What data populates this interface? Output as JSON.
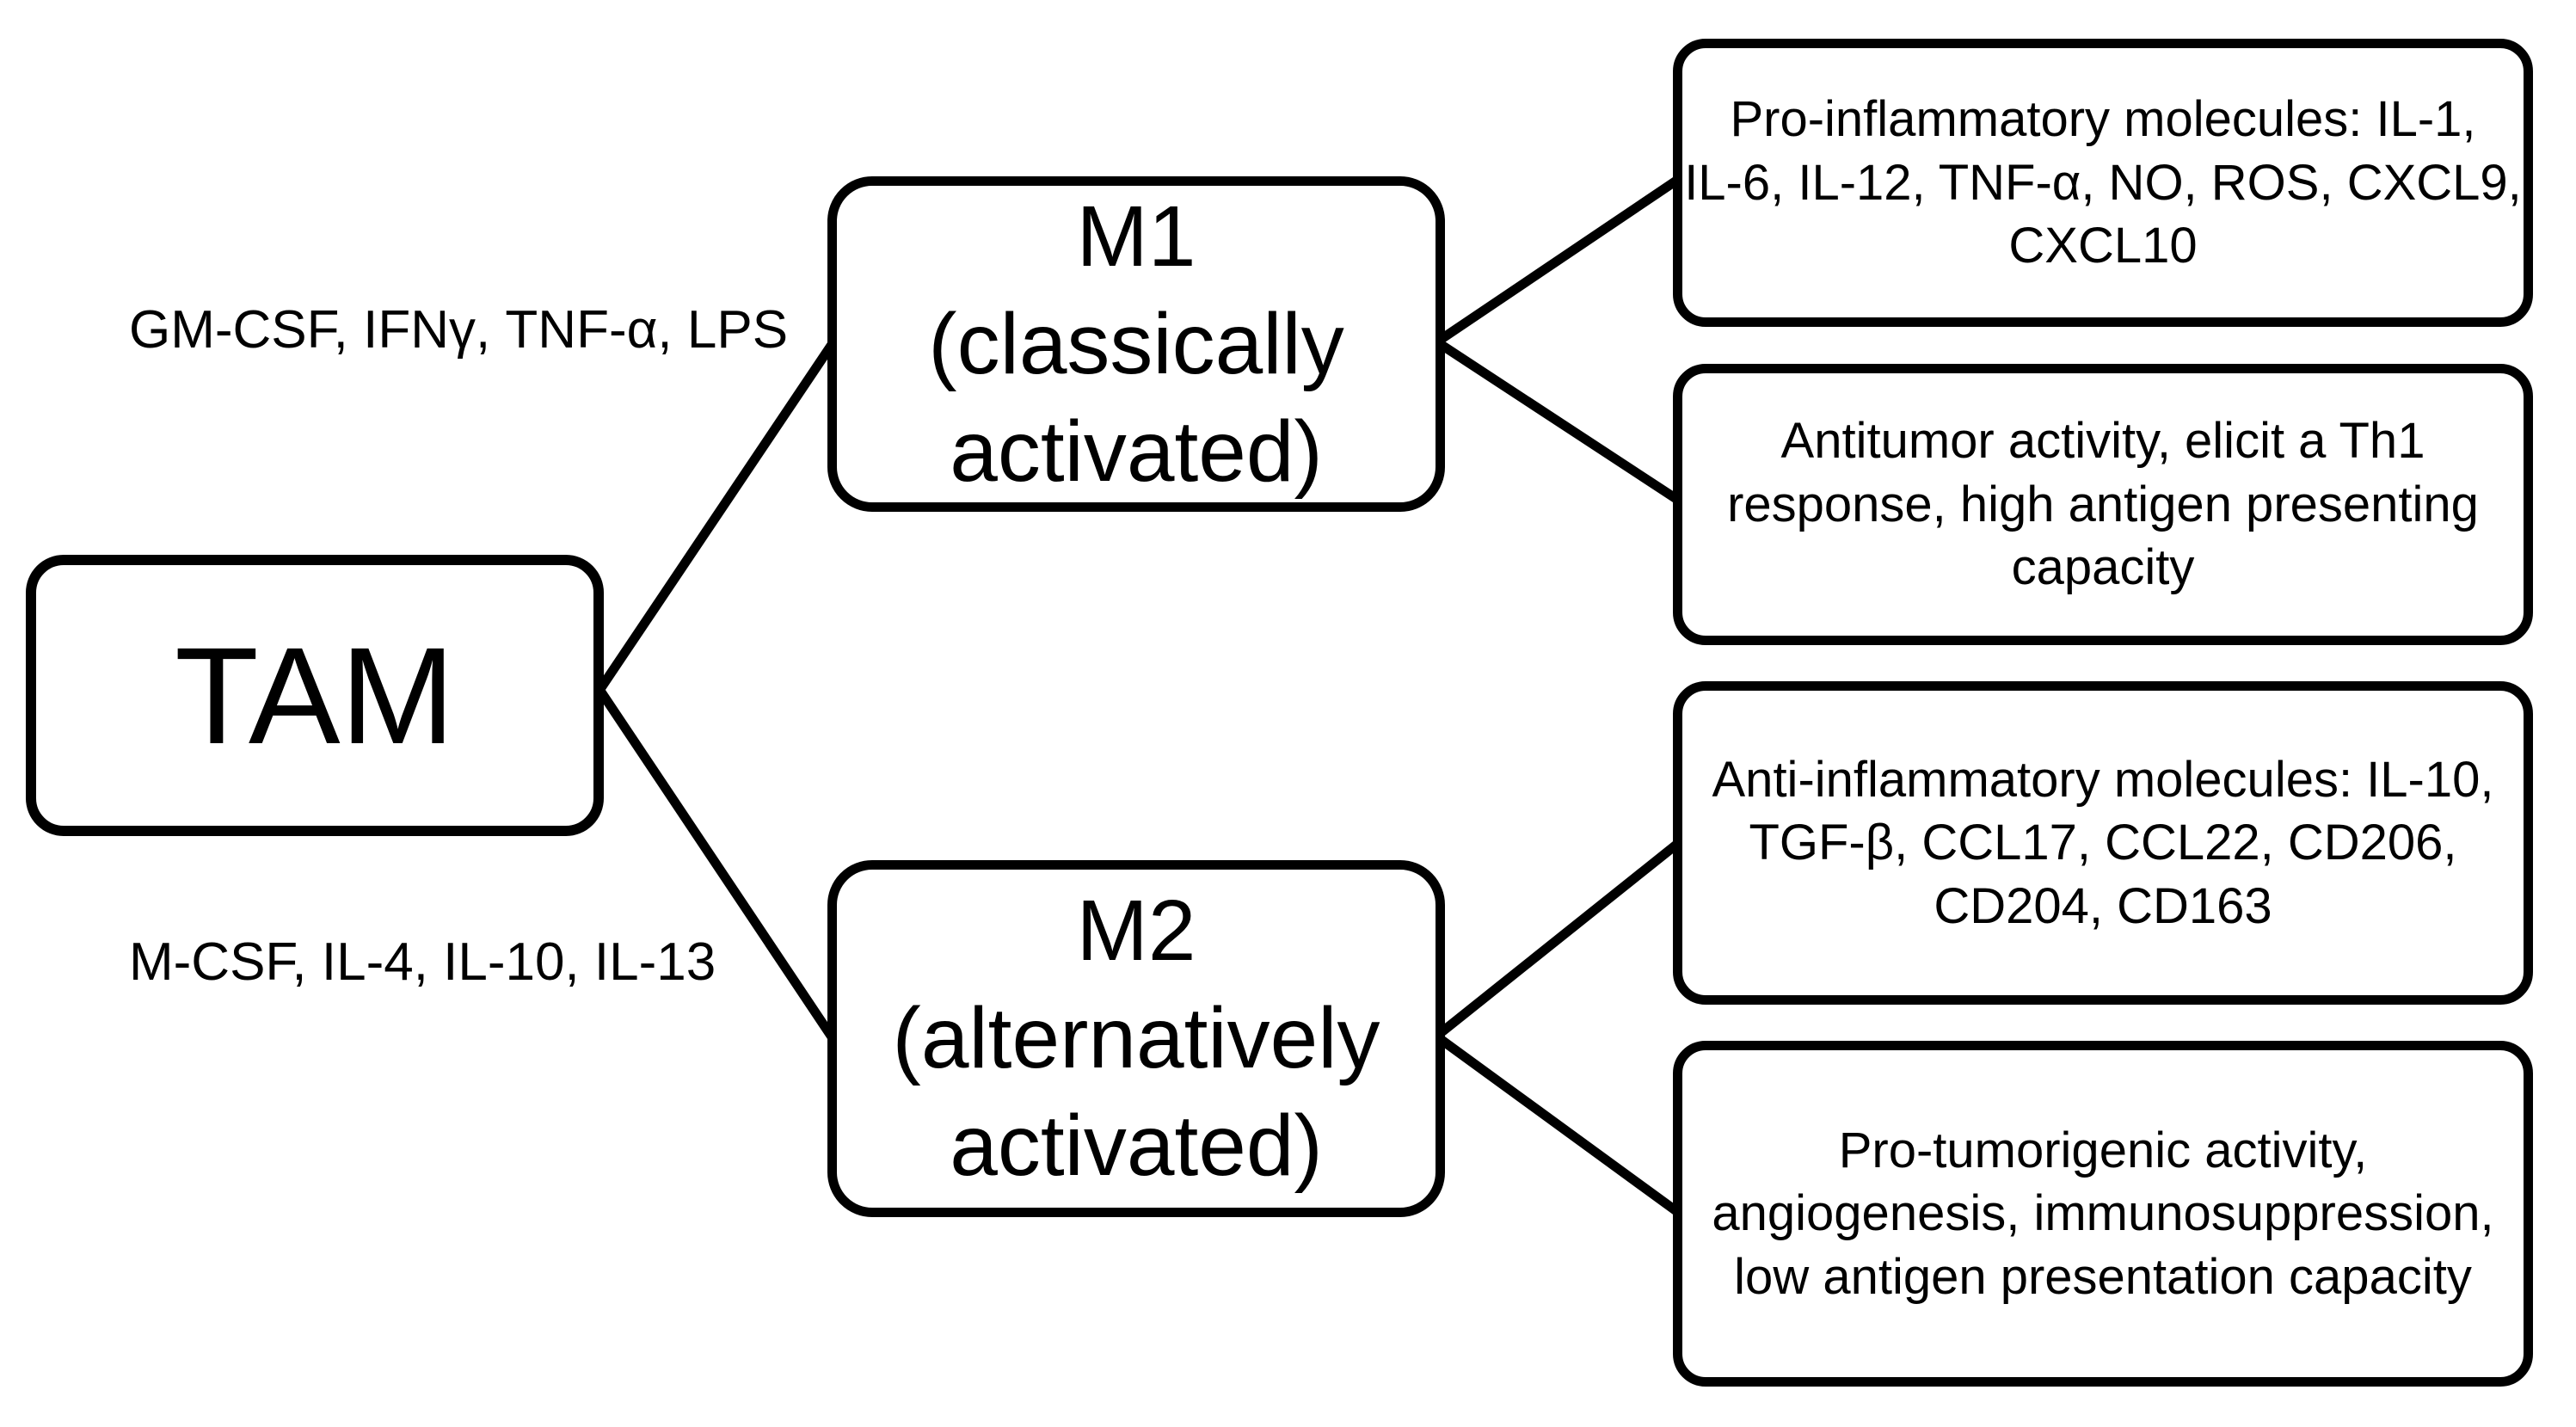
{
  "colors": {
    "ink": "#000000",
    "background": "#ffffff"
  },
  "nodes": {
    "tam": {
      "label": "TAM"
    },
    "m1": {
      "lines": [
        "M1",
        "(classically",
        "activated)"
      ]
    },
    "m2": {
      "lines": [
        "M2",
        "(alternatively",
        "activated)"
      ]
    }
  },
  "edges": {
    "m1_inducers": {
      "label": "GM-CSF, IFNγ, TNF-α, LPS"
    },
    "m2_inducers": {
      "label": "M-CSF, IL-4, IL-10, IL-13"
    }
  },
  "outputs": {
    "m1_molecules": {
      "lines": [
        "Pro-inflammatory molecules: IL-1,",
        "IL-6, IL-12, TNF-α, NO, ROS, CXCL9,",
        "CXCL10"
      ]
    },
    "m1_functions": {
      "lines": [
        "Antitumor activity, elicit a Th1",
        "response, high antigen presenting",
        "capacity"
      ]
    },
    "m2_molecules": {
      "lines": [
        "Anti-inflammatory molecules: IL-10,",
        "TGF-β, CCL17, CCL22, CD206,",
        "CD204, CD163"
      ]
    },
    "m2_functions": {
      "lines": [
        "Pro-tumorigenic activity,",
        "angiogenesis, immunosuppression,",
        "low antigen presentation capacity"
      ]
    }
  }
}
